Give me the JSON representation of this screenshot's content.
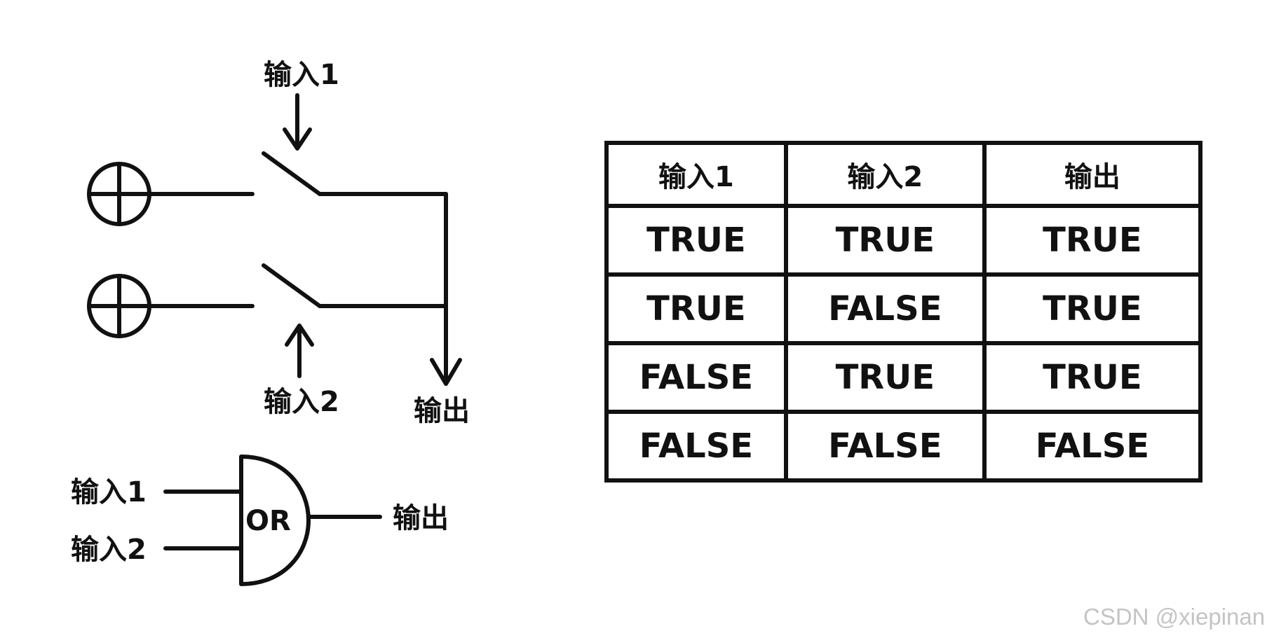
{
  "switch_circuit": {
    "input1_label": "输入1",
    "input2_label": "输入2",
    "output_label": "输出"
  },
  "gate": {
    "name": "OR",
    "input1_label": "输入1",
    "input2_label": "输入2",
    "output_label": "输出"
  },
  "truth_table": {
    "headers": [
      "输入1",
      "输入2",
      "输出"
    ],
    "rows": [
      [
        "TRUE",
        "TRUE",
        "TRUE"
      ],
      [
        "TRUE",
        "FALSE",
        "TRUE"
      ],
      [
        "FALSE",
        "TRUE",
        "TRUE"
      ],
      [
        "FALSE",
        "FALSE",
        "FALSE"
      ]
    ]
  },
  "watermark": "CSDN @xiepinan"
}
